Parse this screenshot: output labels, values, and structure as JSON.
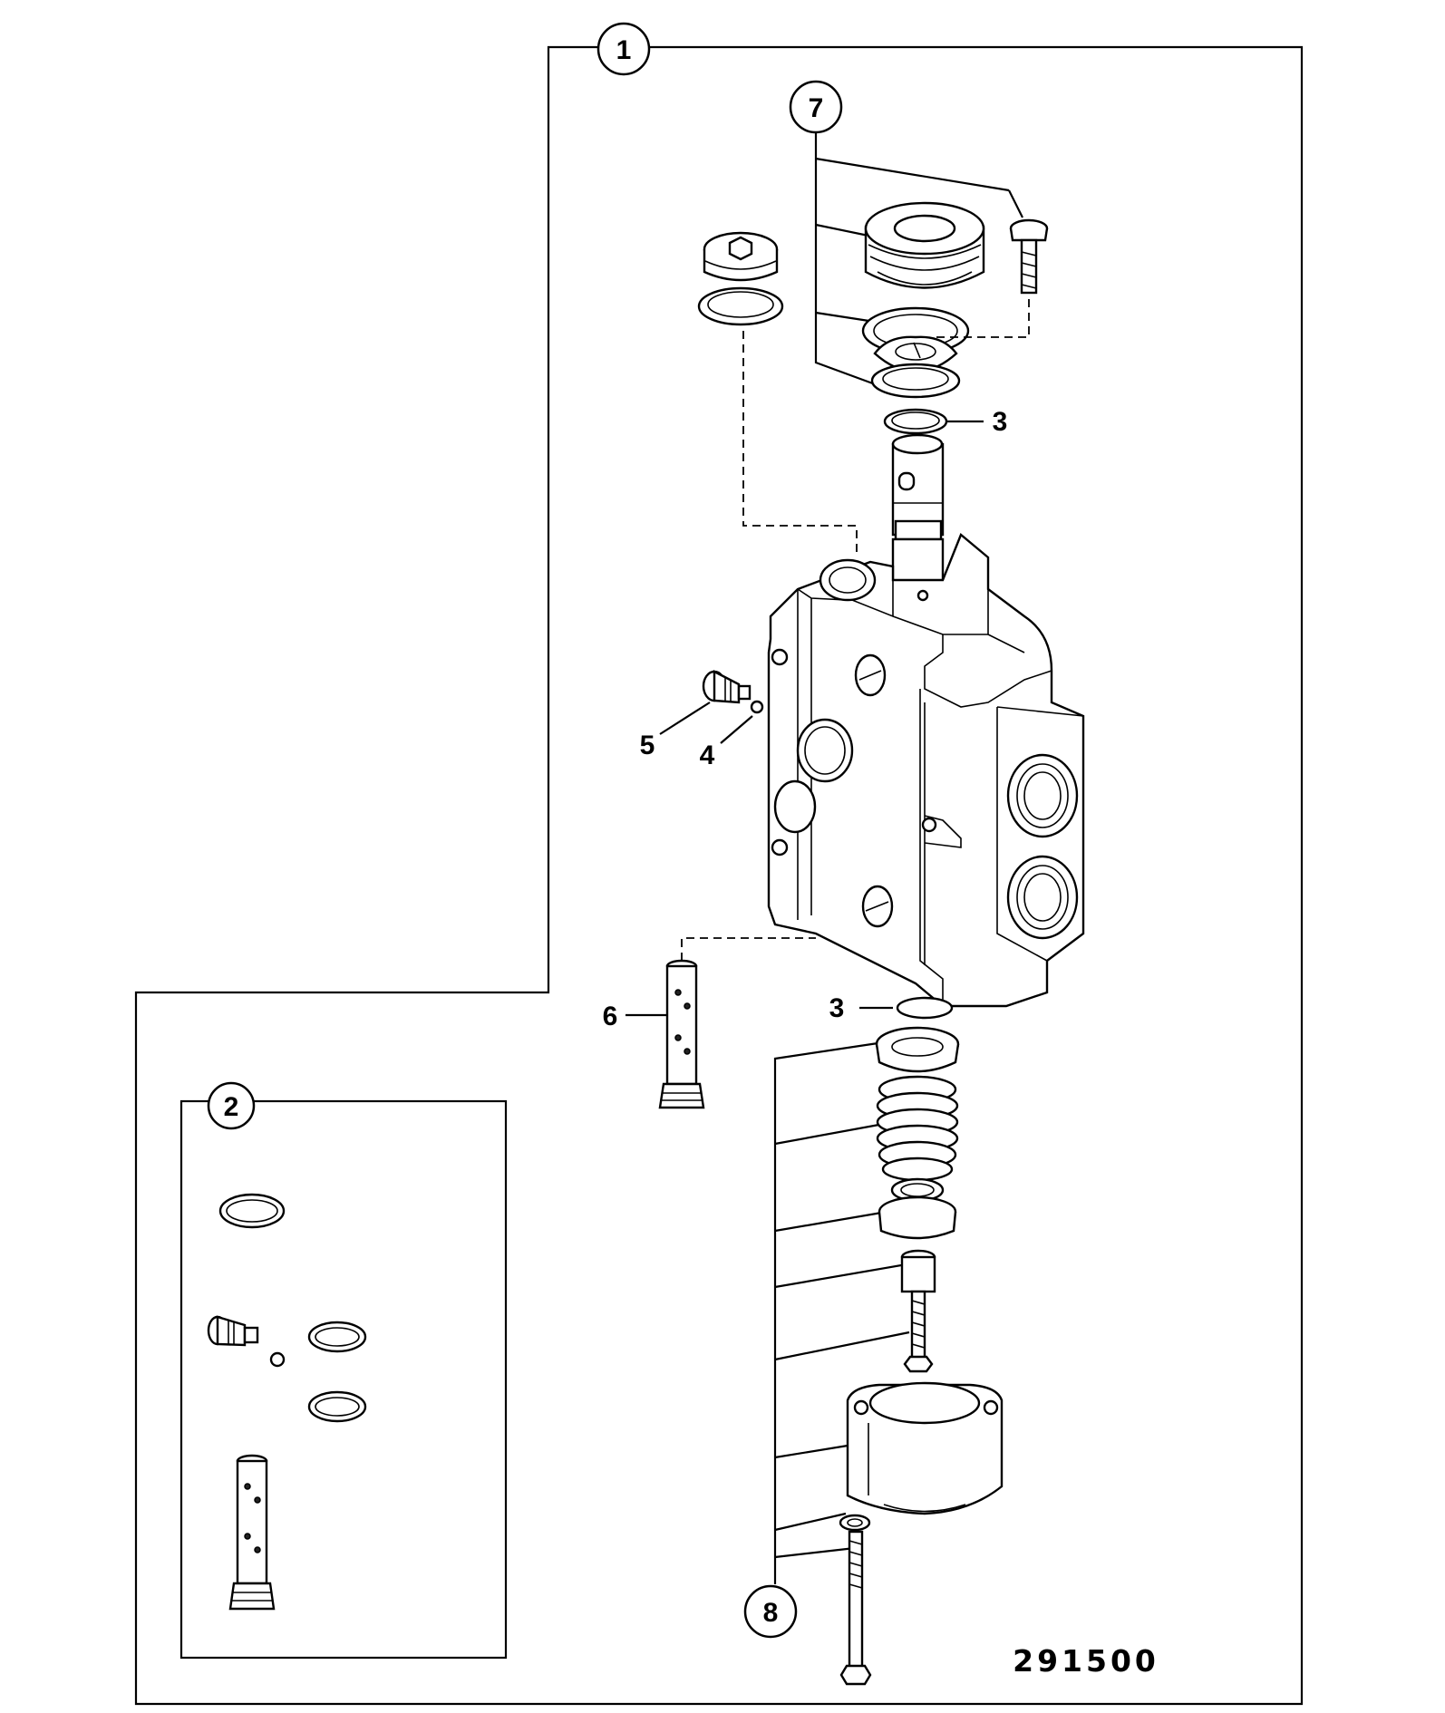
{
  "callouts": {
    "kit_1": "1",
    "kit_2": "2",
    "kit_7": "7",
    "kit_8": "8"
  },
  "labels": {
    "oring_top": "3",
    "oring_bottom": "3",
    "ball": "4",
    "plug": "5",
    "check_spool": "6"
  },
  "drawing_number": "291500"
}
